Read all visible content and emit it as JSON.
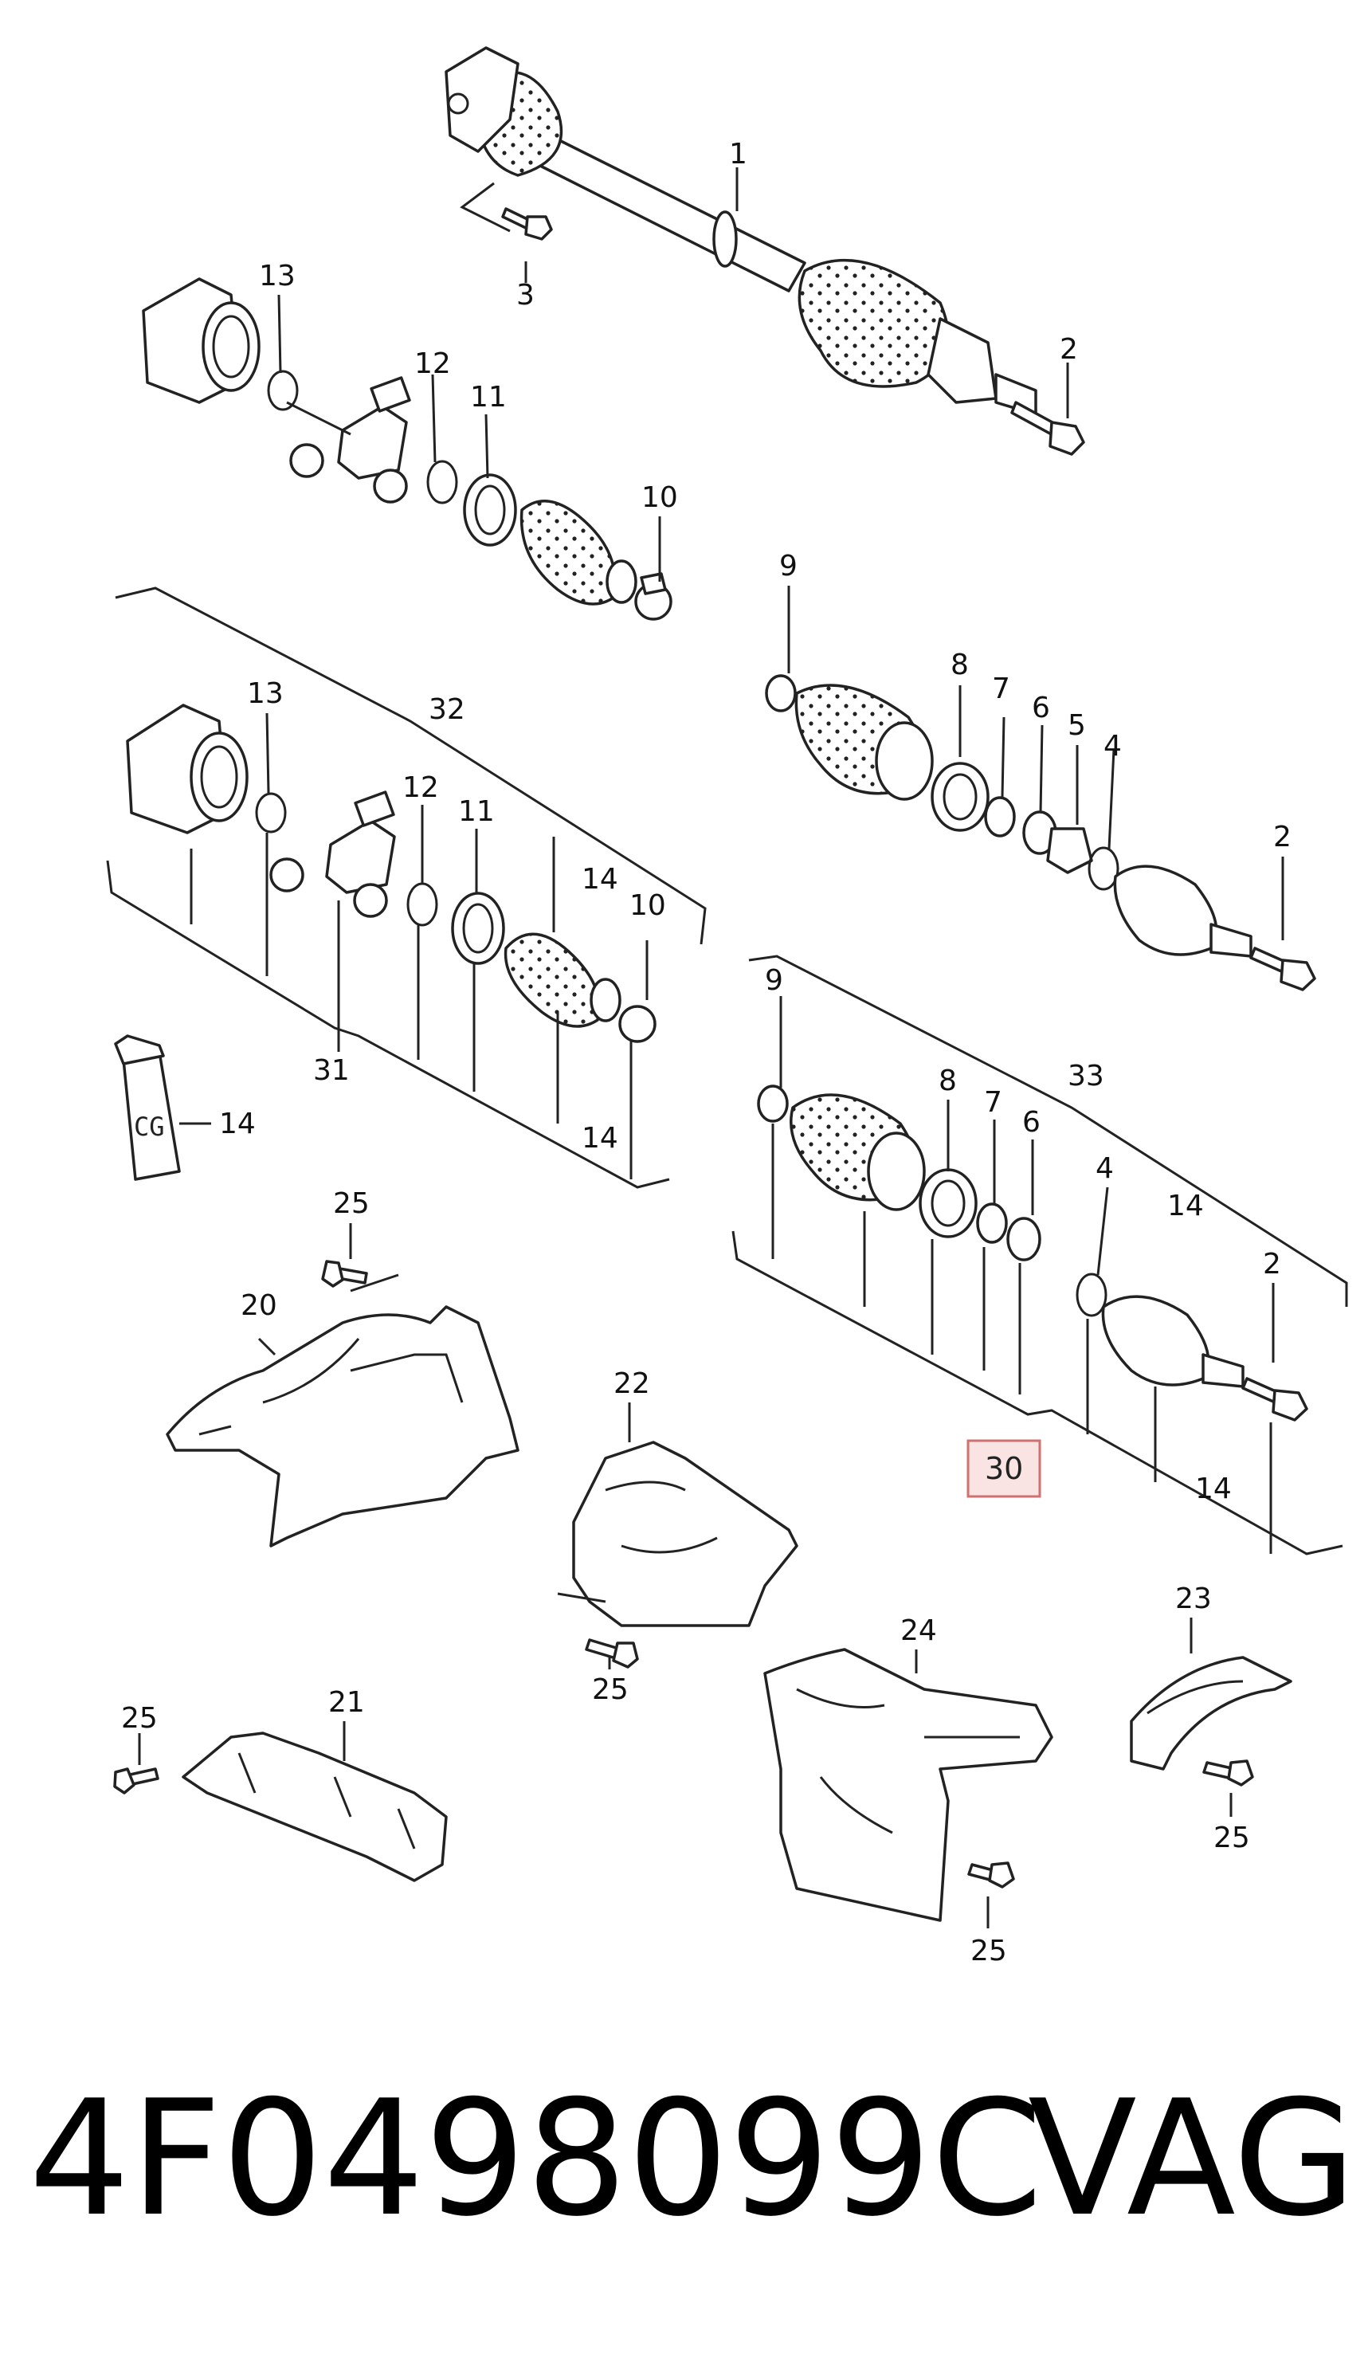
{
  "labels": {
    "l1": "1",
    "l2a": "2",
    "l3": "3",
    "l13a": "13",
    "l12a": "12",
    "l11a": "11",
    "l10a": "10",
    "l9a": "9",
    "l8a": "8",
    "l7a": "7",
    "l6a": "6",
    "l5": "5",
    "l4a": "4",
    "l2b": "2",
    "l32": "32",
    "l13b": "13",
    "l12b": "12",
    "l11b": "11",
    "l14a": "14",
    "l10b": "10",
    "l31": "31",
    "l14b": "14",
    "l14c": "14",
    "l9b": "9",
    "l33": "33",
    "l8b": "8",
    "l7b": "7",
    "l6b": "6",
    "l4b": "4",
    "l14d": "14",
    "l2c": "2",
    "l14e": "14",
    "l25a": "25",
    "l20": "20",
    "l22": "22",
    "l25b": "25",
    "l21": "21",
    "l25c": "25",
    "l24": "24",
    "l25d": "25",
    "l23": "23",
    "l25e": "25"
  },
  "tube_text": "CG",
  "callout": {
    "text": "30",
    "color": "#d07070"
  },
  "footer": {
    "part_number": "4F0498099C",
    "brand": "VAG"
  }
}
